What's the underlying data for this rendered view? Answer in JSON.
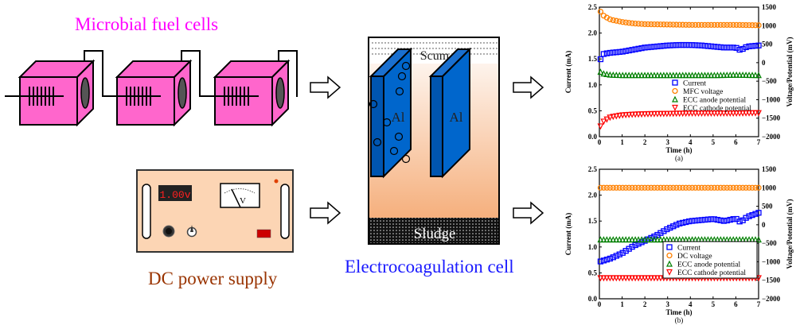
{
  "labels": {
    "mfc_title": "Microbial fuel cells",
    "dc_title": "DC power supply",
    "ec_title": "Electrocoagulation cell",
    "scum": "Scum",
    "sludge": "Sludge",
    "electrode_left": "Al",
    "electrode_right": "Al",
    "dc_display": "1.00v",
    "meter_symbol": "V"
  },
  "colors": {
    "mfc_pink": "#ff66cc",
    "dc_panel": "#fcd5b4",
    "electrode_blue": "#0066cc",
    "current": "#0000ff",
    "voltage": "#ff8000",
    "anode": "#008000",
    "cathode": "#ff0000"
  },
  "chart_data": [
    {
      "type": "scatter",
      "title": "(a)",
      "xlabel": "Time (h)",
      "ylabel": "Current (mA)",
      "y2label": "Voltage/Potential (mV)",
      "xlim": [
        0,
        7
      ],
      "ylim": [
        0,
        2.5
      ],
      "y2lim": [
        -2000,
        1500
      ],
      "xticks": [
        "0",
        "1",
        "2",
        "3",
        "4",
        "5",
        "6",
        "7"
      ],
      "yticks": [
        "0.0",
        "0.5",
        "1.0",
        "1.5",
        "2.0",
        "2.5"
      ],
      "y2ticks": [
        "-2000",
        "-1500",
        "-1000",
        "-500",
        "0",
        "500",
        "1000",
        "1500"
      ],
      "legend_position": "center-right",
      "series": [
        {
          "name": "Current",
          "axis": "left",
          "marker": "square",
          "color": "#0000ff",
          "x": [
            0,
            0.1,
            0.2,
            0.5,
            1,
            1.5,
            2,
            2.5,
            3,
            3.5,
            4,
            4.5,
            5,
            5.5,
            6,
            6.2,
            6.5,
            7
          ],
          "y": [
            1.43,
            1.56,
            1.6,
            1.62,
            1.64,
            1.68,
            1.72,
            1.74,
            1.76,
            1.77,
            1.77,
            1.76,
            1.74,
            1.72,
            1.72,
            1.67,
            1.74,
            1.76
          ]
        },
        {
          "name": "MFC voltage",
          "axis": "right",
          "marker": "circle",
          "color": "#ff8000",
          "x": [
            0.05,
            0.2,
            0.5,
            1,
            1.5,
            2,
            3,
            4,
            5,
            6,
            7
          ],
          "y": [
            1380,
            1260,
            1160,
            1100,
            1060,
            1040,
            1030,
            1020,
            1020,
            1020,
            1010
          ]
        },
        {
          "name": "ECC anode potential",
          "axis": "right",
          "marker": "triangle-up",
          "color": "#008000",
          "x": [
            0.05,
            0.2,
            0.5,
            1,
            2,
            3,
            4,
            5,
            6,
            7
          ],
          "y": [
            -250,
            -300,
            -330,
            -340,
            -340,
            -340,
            -340,
            -340,
            -330,
            -340
          ]
        },
        {
          "name": "ECC cathode potential",
          "axis": "right",
          "marker": "triangle-down",
          "color": "#ff0000",
          "x": [
            0.05,
            0.2,
            0.5,
            1,
            1.5,
            2,
            3,
            4,
            5,
            6,
            7
          ],
          "y": [
            -1720,
            -1580,
            -1470,
            -1420,
            -1400,
            -1390,
            -1380,
            -1370,
            -1370,
            -1370,
            -1360
          ]
        }
      ]
    },
    {
      "type": "scatter",
      "title": "(b)",
      "xlabel": "Time (h)",
      "ylabel": "Current (mA)",
      "y2label": "Voltage/Potential (mV)",
      "xlim": [
        0,
        7
      ],
      "ylim": [
        0,
        2.5
      ],
      "y2lim": [
        -2000,
        1500
      ],
      "xticks": [
        "0",
        "1",
        "2",
        "3",
        "4",
        "5",
        "6",
        "7"
      ],
      "yticks": [
        "0.0",
        "0.5",
        "1.0",
        "1.5",
        "2.0",
        "2.5"
      ],
      "y2ticks": [
        "-2000",
        "-1500",
        "-1000",
        "-500",
        "0",
        "500",
        "1000",
        "1500"
      ],
      "legend_position": "center-right",
      "series": [
        {
          "name": "Current",
          "axis": "left",
          "marker": "square",
          "color": "#0000ff",
          "x": [
            0.05,
            0.5,
            1,
            1.5,
            2,
            2.5,
            3,
            3.5,
            4,
            4.5,
            5,
            5.5,
            6,
            6.2,
            6.5,
            7
          ],
          "y": [
            0.72,
            0.78,
            0.88,
            1.02,
            1.12,
            1.22,
            1.35,
            1.45,
            1.5,
            1.52,
            1.54,
            1.5,
            1.55,
            1.48,
            1.58,
            1.66
          ]
        },
        {
          "name": "DC voltage",
          "axis": "right",
          "marker": "circle",
          "color": "#ff8000",
          "x": [
            0,
            1,
            2,
            3,
            4,
            5,
            6,
            7
          ],
          "y": [
            1000,
            1000,
            1000,
            1000,
            1000,
            1000,
            1000,
            1000
          ]
        },
        {
          "name": "ECC anode potential",
          "axis": "right",
          "marker": "triangle-up",
          "color": "#008000",
          "x": [
            0,
            1,
            2,
            3,
            4,
            5,
            6,
            7
          ],
          "y": [
            -400,
            -400,
            -400,
            -400,
            -400,
            -400,
            -400,
            -400
          ]
        },
        {
          "name": "ECC cathode potential",
          "axis": "right",
          "marker": "triangle-down",
          "color": "#ff0000",
          "x": [
            0,
            1,
            2,
            3,
            4,
            5,
            6,
            7
          ],
          "y": [
            -1440,
            -1440,
            -1440,
            -1440,
            -1440,
            -1440,
            -1440,
            -1440
          ]
        }
      ]
    }
  ]
}
